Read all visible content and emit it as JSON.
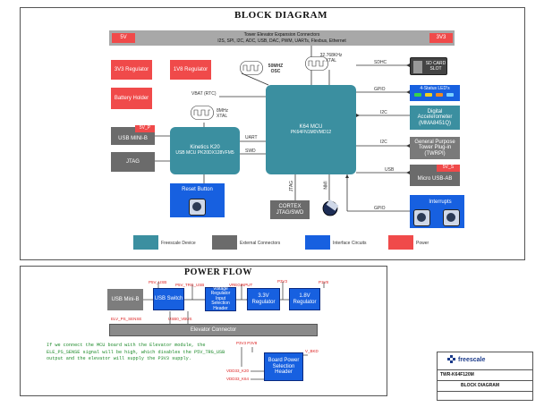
{
  "block_diagram": {
    "title": "BLOCK DIAGRAM",
    "elevator": {
      "left": "5V",
      "right": "3V3",
      "title": "Tower Elevator Expansion Connectors",
      "subtitle": "I2S, SPI, I2C, ADC, USB, DAC, PWM, UARTs, Flexbus, Ethernet"
    },
    "reg_3v3": "3V3 Regulator",
    "reg_1v8": "1V8 Regulator",
    "battery": "Battery Holder",
    "vbat": "VBAT (RTC)",
    "osc_label": "50MHZ OSC",
    "xtal_32": "32.768KHz XTAL",
    "xtal_8": "8MHz XTAL",
    "mcu_title": "K64 MCU",
    "mcu_part": "PK64FN1M0VMD12",
    "kinetis_title": "Kinetics K20",
    "kinetis_part": "USB MCU PK20DX128VFM5",
    "usb_minib_tag": "5V_P",
    "usb_minib": "USB MINI-B",
    "jtag": "JTAG",
    "reset": "Reset Button",
    "cortex": "CORTEX JTAG/SWD",
    "sd_slot": "SD CARD SLOT",
    "leds": "4-Status LED's",
    "accel": "Digital Accelerometer (MMA8451Q)",
    "gp_tower": "General Purpose Tower Plug-in (TWRPI)",
    "micro_usb_tag": "5V_S",
    "micro_usb": "Micro USB-AB",
    "interrupts": "Interrupts",
    "sig": {
      "sdhc": "SDHC",
      "gpio1": "GPIO",
      "i2c1": "I2C",
      "i2c2": "I2C",
      "usb": "USB",
      "gpio2": "GPIO",
      "uart": "UART",
      "swd": "SWD",
      "jtag": "JTAG",
      "nmi": "NMI"
    },
    "legend": {
      "freescale": "Freescale Device",
      "external": "External Connectors",
      "interface": "Interface Circuits",
      "power": "Power"
    },
    "colors": {
      "teal": "#3b8fa0",
      "gray": "#6b6b6b",
      "blue": "#1760e0",
      "red": "#f04a4a"
    }
  },
  "power_flow": {
    "title": "POWER FLOW",
    "usb_minib": "USB Mini-B",
    "usb_switch": "USB Switch",
    "vsel": "Voltage Regulator Input Selection Header",
    "reg_3v3": "3.3V Regulator",
    "reg_1v8": "1.8V Regulator",
    "elevator": "Elevator Connector",
    "board_power": "Board Power Selection Header",
    "nets": {
      "p5v_usb": "P5V_USB",
      "p5v_trg_usb": "P5V_TRG_USB",
      "vreg_input": "VREGINPUT",
      "p3v3": "P3V3",
      "p1v8": "P1V8",
      "elv_ps_sense": "ELV_PS_SENSE",
      "usb0_vbus": "USB0_VBUS",
      "p3v3_p3v8": "P3V3 P3V8",
      "v_bkd": "V_BKD",
      "vdd33_k20": "VDD33_K20",
      "vdd33_k64": "VDD33_K64"
    },
    "note": "If we connect the MCU board with the Elevator module, the ELE_PS_SENSE signal will be high, which disables the P5V_TRG_USB output and the elevator will supply the P3V3 supply."
  },
  "title_block": {
    "logo": "freescale",
    "board": "TWR-K64F120M",
    "sheet": "BLOCK DIAGRAM"
  }
}
